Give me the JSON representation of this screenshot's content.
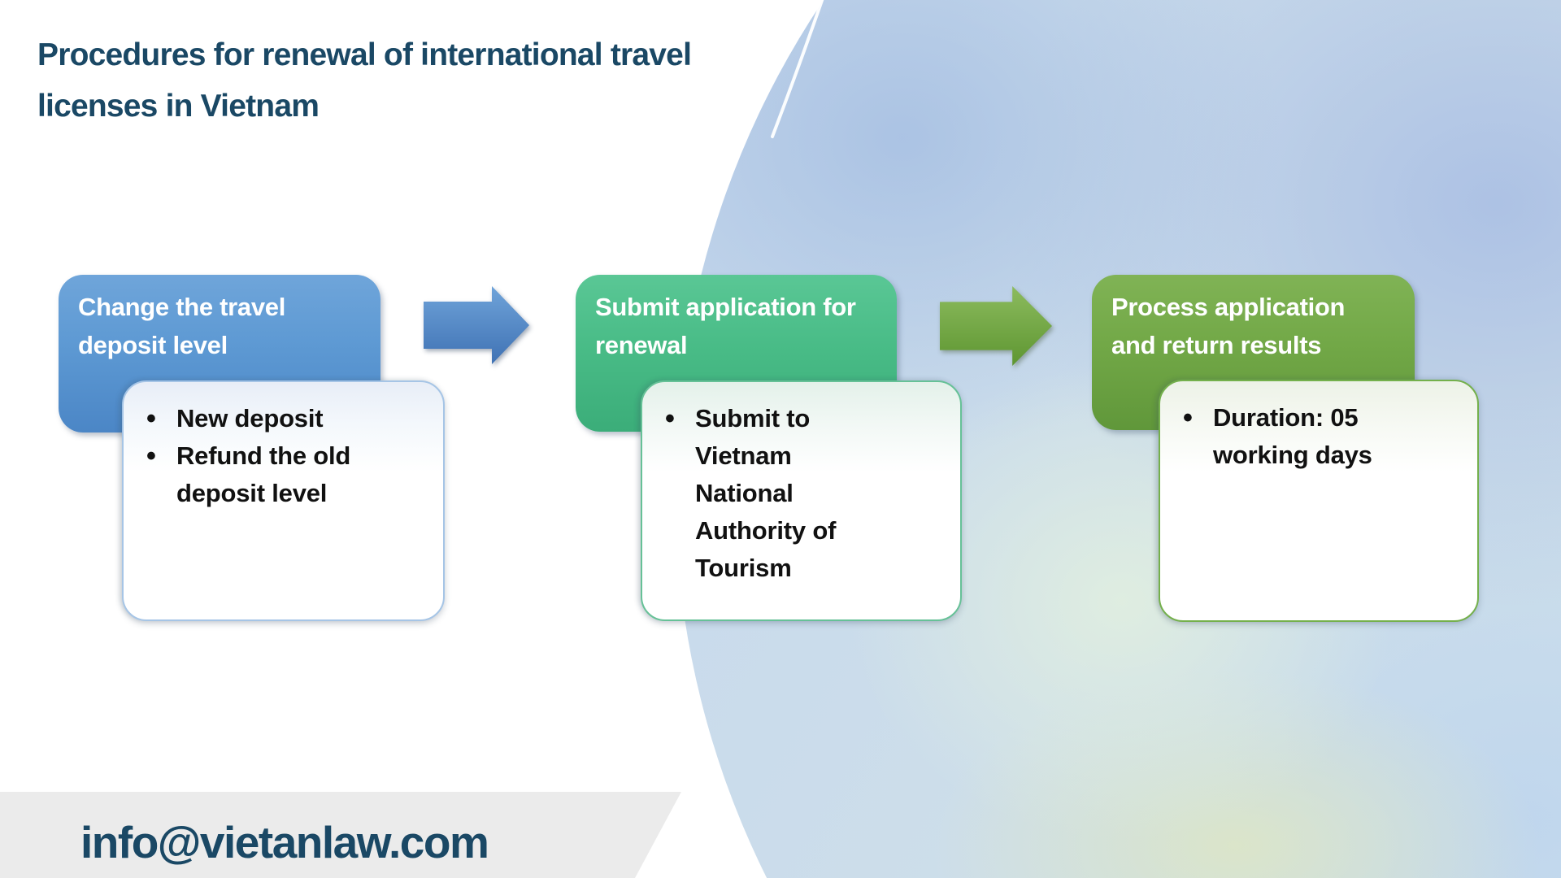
{
  "slide": {
    "title": "Procedures for renewal of international travel licenses in Vietnam",
    "footer_email": "info@vietanlaw.com"
  },
  "steps": [
    {
      "header": "Change the travel deposit level",
      "bullets": [
        "New deposit",
        "Refund the old deposit level"
      ],
      "accent": "#5B9BD5"
    },
    {
      "header": "Submit application for renewal",
      "bullets": [
        "Submit to Vietnam National Authority of Tourism"
      ],
      "accent": "#4CBD8C"
    },
    {
      "header": "Process application and return results",
      "bullets": [
        "Duration: 05 working days"
      ],
      "accent": "#70AD47"
    }
  ],
  "icons": {
    "flow_arrow": "right-arrow",
    "bullet_marker": "•"
  },
  "colors": {
    "title_text": "#1A4865",
    "accent_blue": "#5B9BD5",
    "accent_green": "#4CBD8C",
    "accent_olive": "#70AD47",
    "footer_band_gray": "#EBEBEB",
    "watercolor_blue": "#BBCFE9",
    "watercolor_green": "#E0EEE0"
  }
}
